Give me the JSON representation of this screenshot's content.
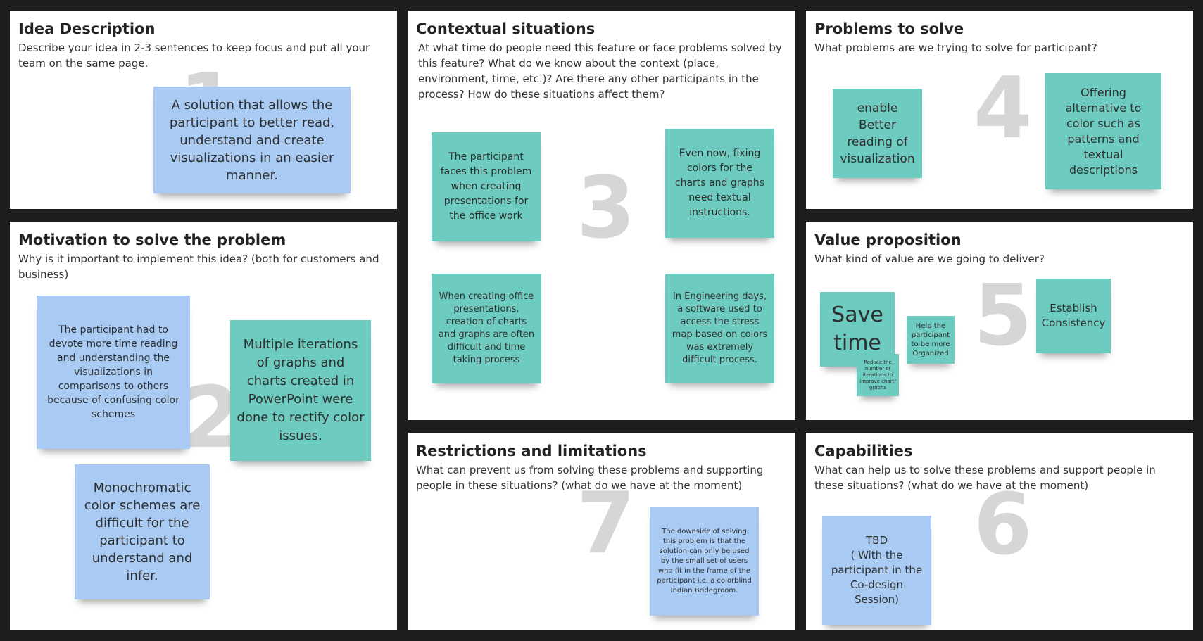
{
  "colors": {
    "board_background": "#1e1e1e",
    "panel": "#ffffff",
    "note_blue": "#a9cbf3",
    "note_teal": "#6ecbc0",
    "number_gray": "#d6d6d6"
  },
  "panels": {
    "idea": {
      "title": "Idea Description",
      "description": "Describe your idea in 2-3 sentences to keep focus and put all your team on the same page.",
      "number": "1",
      "notes": [
        "A solution that allows the participant to better read, understand and create visualizations in an easier manner."
      ]
    },
    "motivation": {
      "title": "Motivation to solve the problem",
      "description": "Why is it important to implement this idea? (both for customers and business)",
      "number": "2",
      "notes": [
        "The participant had to devote more time reading and understanding the visualizations in comparisons to others because of confusing color schemes",
        "Multiple iterations of graphs and charts created in PowerPoint were done to rectify color issues.",
        "Monochromatic color schemes are difficult for the participant to understand and infer."
      ]
    },
    "contextual": {
      "title": "Contextual situations",
      "description": "At what time do people need this feature or face problems solved by this feature? What do we know about the context (place, environment, time, etc.)? Are there any other participants in the process? How do these situations affect them?",
      "number": "3",
      "notes": [
        "The participant faces this problem when creating presentations for the office work",
        "Even now, fixing colors for the charts and graphs need textual instructions.",
        "When creating office presentations, creation of charts and graphs are often difficult and time taking process",
        "In Engineering days, a software used to access the stress map based on colors was extremely difficult process."
      ]
    },
    "problems": {
      "title": "Problems to solve",
      "description": "What problems are we trying to solve for participant?",
      "number": "4",
      "notes": [
        "enable Better reading of visualization",
        "Offering alternative to color such as patterns and textual descriptions"
      ]
    },
    "value": {
      "title": "Value proposition",
      "description": "What kind of value are we going to deliver?",
      "number": "5",
      "notes": [
        "Save time",
        "Reduce the number of iterations to improve chart/ graphs",
        "Help the participant to be more Organized",
        "Establish Consistency"
      ]
    },
    "restrictions": {
      "title": "Restrictions and limitations",
      "description": "What can prevent us from solving these problems and supporting people in these situations? (what do we have at the moment)",
      "number": "7",
      "notes": [
        "The downside of solving this problem is that the solution can only be used by the small set of users who fit in the frame of the participant i.e. a colorblind Indian Bridegroom."
      ]
    },
    "capabilities": {
      "title": "Capabilities",
      "description": "What can help us to solve these problems and support people in these situations? (what do we have at the moment)",
      "number": "6",
      "notes": [
        "TBD\n( With the participant in the Co-design Session)"
      ]
    }
  }
}
